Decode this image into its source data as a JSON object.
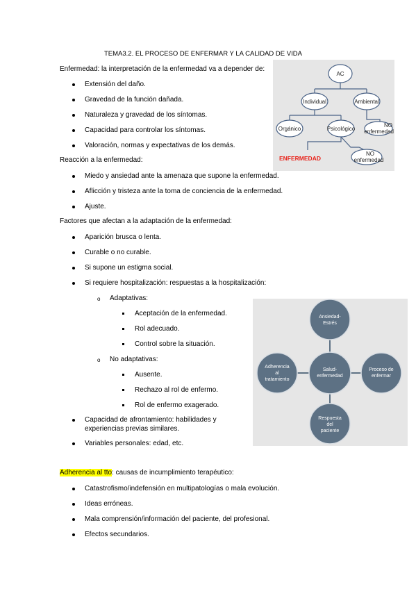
{
  "title": "TEMA3.2. EL PROCESO DE ENFERMAR Y LA CALIDAD DE VIDA",
  "section1": {
    "heading": "Enfermedad: la interpretación de la enfermedad va a depender de:",
    "items": [
      "Extensión del daño.",
      "Gravedad de la función dañada.",
      "Naturaleza y gravedad de los síntomas.",
      "Capacidad para controlar los síntomas.",
      "Valoración, normas y expectativas de los demás."
    ]
  },
  "section2": {
    "heading": "Reacción a la enfermedad:",
    "items": [
      "Miedo y ansiedad ante la amenaza que supone la enfermedad.",
      "Aflicción y tristeza ante la toma de conciencia de la enfermedad.",
      "Ajuste."
    ]
  },
  "section3": {
    "heading": "Factores que afectan a la adaptación de la enfermedad:",
    "items": [
      "Aparición brusca o lenta.",
      "Curable o no curable.",
      "Si supone un estigma social.",
      "Si requiere hospitalización: respuestas a la hospitalización:"
    ],
    "adaptativas": {
      "label": "Adaptativas:",
      "items": [
        "Aceptación de la enfermedad.",
        "Rol adecuado.",
        "Control sobre la situación."
      ]
    },
    "no_adaptativas": {
      "label": "No adaptativas:",
      "items": [
        "Ausente.",
        "Rechazo al rol de enfermo.",
        "Rol de enfermo exagerado."
      ]
    },
    "afrontamiento_line1": "Capacidad de afrontamiento: habilidades y",
    "afrontamiento_line2": "experiencias previas similares.",
    "variables": "Variables personales: edad, etc."
  },
  "section4": {
    "heading_highlight": "Adherencia al tto",
    "heading_rest": ": causas de incumplimiento terapéutico:",
    "items": [
      "Catastrofismo/indefensión en multipatologías o mala evolución.",
      "Ideas erróneas.",
      "Mala comprensión/información del paciente, del profesional.",
      "Efectos secundarios."
    ]
  },
  "tree": {
    "root": "AC",
    "individual": "Individual",
    "ambiental": "Ambiental",
    "organico": "Orgánico",
    "psicologico": "Psicológico",
    "no_enf_1a": "NO",
    "no_enf_1b": "enfermedad",
    "enfermedad": "ENFERMEDAD",
    "no_enf_2a": "NO",
    "no_enf_2b": "enfermedad",
    "colors": {
      "enfermedad": "#e8231a",
      "lines": "#4a6286"
    }
  },
  "wheel": {
    "center_a": "Salud-",
    "center_b": "enfermedad",
    "top_a": "Ansiedad-",
    "top_b": "Estrés",
    "right_a": "Proceso de",
    "right_b": "enfermar",
    "bottom_a": "Respuesta",
    "bottom_b": "del",
    "bottom_c": "paciente",
    "left_a": "Adherencia",
    "left_b": "al",
    "left_c": "tratamiento",
    "colors": {
      "circle": "#5d7184",
      "stroke": "#d8dde3"
    }
  }
}
